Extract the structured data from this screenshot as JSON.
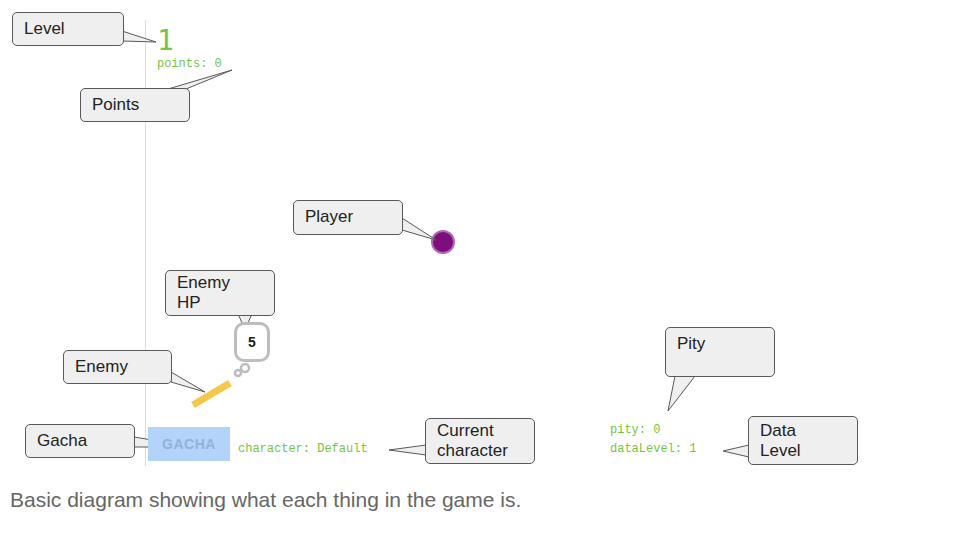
{
  "diagram": {
    "caption": "Basic diagram showing what each thing in the game is.",
    "nodes": [
      {
        "text": [
          "Level"
        ]
      },
      {
        "text": [
          "Points"
        ]
      },
      {
        "text": [
          "Player"
        ]
      },
      {
        "text": [
          "Enemy HP"
        ]
      },
      {
        "text": [
          "5"
        ]
      },
      {
        "text": [
          "Pity"
        ]
      },
      {
        "text": [
          "Enemy"
        ]
      },
      {
        "text": [
          "Gacha"
        ]
      },
      {
        "text": [
          "GACHA"
        ]
      },
      {
        "text": [
          "Current character"
        ]
      },
      {
        "text": [
          "Data Level"
        ]
      }
    ],
    "labels": [
      "1",
      "points: 0",
      "character: Default",
      "pity: 0",
      "dataLevel: 1"
    ]
  }
}
